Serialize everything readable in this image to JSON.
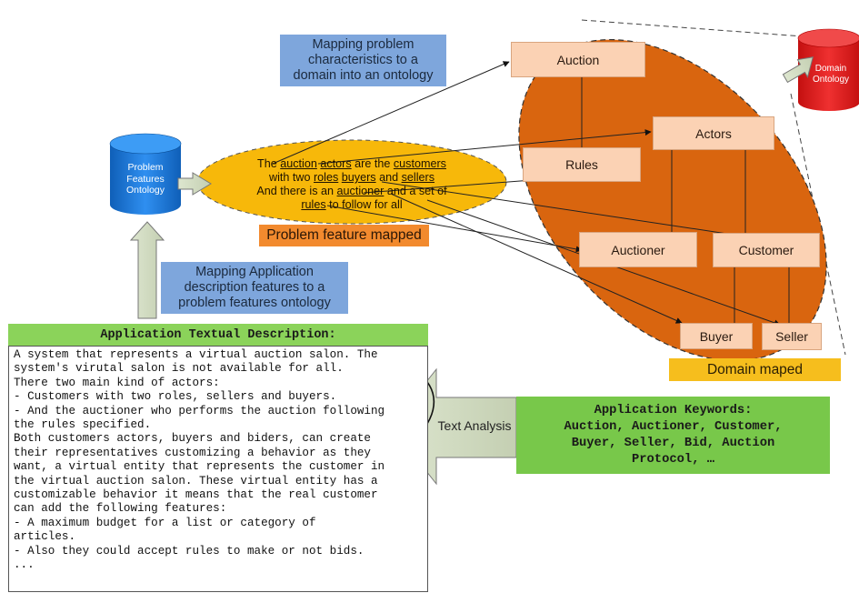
{
  "notes": {
    "mapping_problem": "Mapping problem characteristics to a domain into an ontology",
    "mapping_application": "Mapping Application description features to a problem features ontology"
  },
  "cylinders": {
    "problem_features": "Problem Features Ontology",
    "domain": "Domain Ontology"
  },
  "problem_feature": {
    "line1_pre": "The ",
    "w_auction": "auction",
    "sp1": " ",
    "w_actors": "actors",
    "line1_mid": " are the ",
    "w_customers": "customers",
    "line2_pre": "with two ",
    "w_roles": "roles",
    "sp2": " ",
    "w_buyers": "buyers",
    "line2_mid": " and ",
    "w_sellers": "sellers",
    "line3_pre": "And there is an ",
    "w_auctioner": "auctioner",
    "line3_mid": " and a set of",
    "w_rules": "rules",
    "line4_rest": " to follow for all",
    "label": "Problem feature mapped"
  },
  "domain": {
    "nodes": {
      "auction": "Auction",
      "rules": "Rules",
      "actors": "Actors",
      "auctioner": "Auctioner",
      "customer": "Customer",
      "buyer": "Buyer",
      "seller": "Seller"
    },
    "label": "Domain maped"
  },
  "app_description": {
    "title": "Application Textual Description:",
    "lines": [
      "A system that represents a virtual auction salon. The",
      "system's virutal salon is not available for all.",
      "There two main kind of actors:",
      "- Customers with two roles, sellers and buyers.",
      "- And the auctioner who performs the auction following",
      "the rules specified.",
      "Both customers actors, buyers and biders, can create",
      "their representatives customizing a behavior as they",
      "want, a virtual entity that represents the customer in",
      "the virtual auction salon. These virtual entity has a",
      "customizable behavior it means that the real customer",
      "can add the following features:",
      "- A maximum budget for a list or category of",
      "articles.",
      "- Also they could accept rules to make or not bids.",
      "..."
    ]
  },
  "text_analysis": "Text Analysis",
  "keywords": {
    "title": "Application Keywords:",
    "lines": [
      "Auction, Auctioner, Customer,",
      "Buyer, Seller, Bid, Auction",
      "Protocol, …"
    ]
  },
  "colors": {
    "domain_ellipse": "#d9650f",
    "problem_ellipse": "#f7b80a",
    "blue_note": "#7ea6dc",
    "peach_node": "#fbd2b4",
    "green_box": "#78c84a",
    "red_cylinder": "#e21f1f",
    "blue_cylinder": "#1f7fe0"
  }
}
